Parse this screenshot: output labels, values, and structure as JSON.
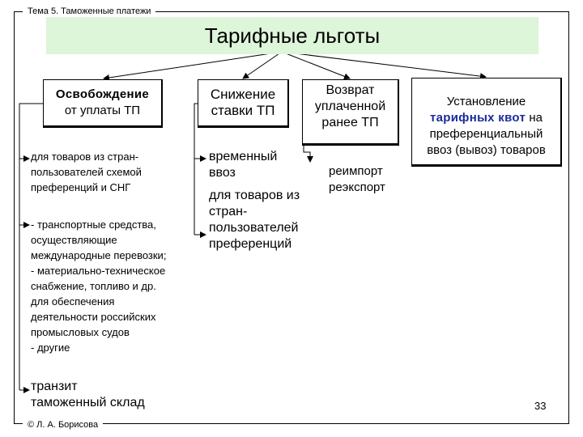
{
  "topic": "Тема 5. Таможенные платежи",
  "title": "Тарифные льготы",
  "boxes": {
    "exemption": {
      "line1": "Освобождение",
      "line2": "от уплаты ТП"
    },
    "reduction": {
      "line1": "Снижение",
      "line2": "ставки ТП"
    },
    "refund": {
      "line1": "Возврат",
      "line2": "уплаченной",
      "line3": "ранее ТП"
    },
    "quota": {
      "line1": "Установление",
      "line2_bold": "тарифных квот",
      "line2_rest": " на",
      "line3": "преференциальный",
      "line4": "ввоз (вывоз) товаров"
    }
  },
  "exemption_items": {
    "item1": "для товаров из стран-\nпользователей схемой\nпреференций и СНГ",
    "item2": "- транспортные средства,\nосуществляющие\nмеждународные перевозки;\n- материально-техническое\nснабжение, топливо и др.\nдля обеспечения\nдеятельности российских\nпромысловых судов\n- другие",
    "item3": "транзит\nтаможенный склад"
  },
  "reduction_items": {
    "item1": "временный\nввоз",
    "item2": "для товаров из\nстран-\nпользователей\nпреференций"
  },
  "refund_items": {
    "item1": "реимпорт\nреэкспорт"
  },
  "footer": "© Л. А. Борисова",
  "page_number": "33",
  "colors": {
    "title_background": "#ddf5d8",
    "quota_highlight": "#1a2a9a"
  }
}
